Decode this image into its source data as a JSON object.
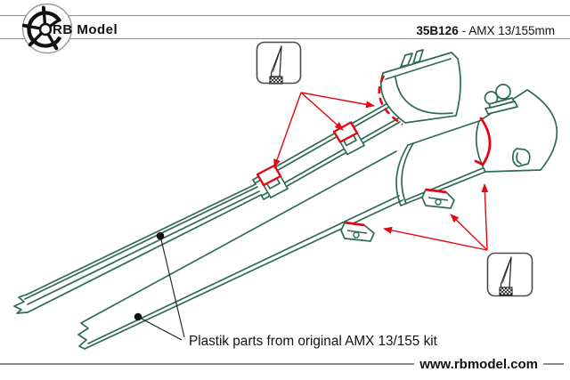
{
  "header": {
    "logo_text": "RB Model",
    "product_code": "35B126",
    "product_name": "- AMX 13/155mm"
  },
  "diagram": {
    "caption": "Plastik parts from original AMX 13/155 kit",
    "icons": {
      "cut_indicator": "hobby-knife-icon",
      "brand": "ship-wheel-icon"
    },
    "colors": {
      "part_outline_green": "#2e6b52",
      "highlight_red": "#e30613",
      "leader_black": "#1a1a1a",
      "rule_gray": "#8a8a8a"
    }
  },
  "footer": {
    "website": "www.rbmodel.com"
  }
}
